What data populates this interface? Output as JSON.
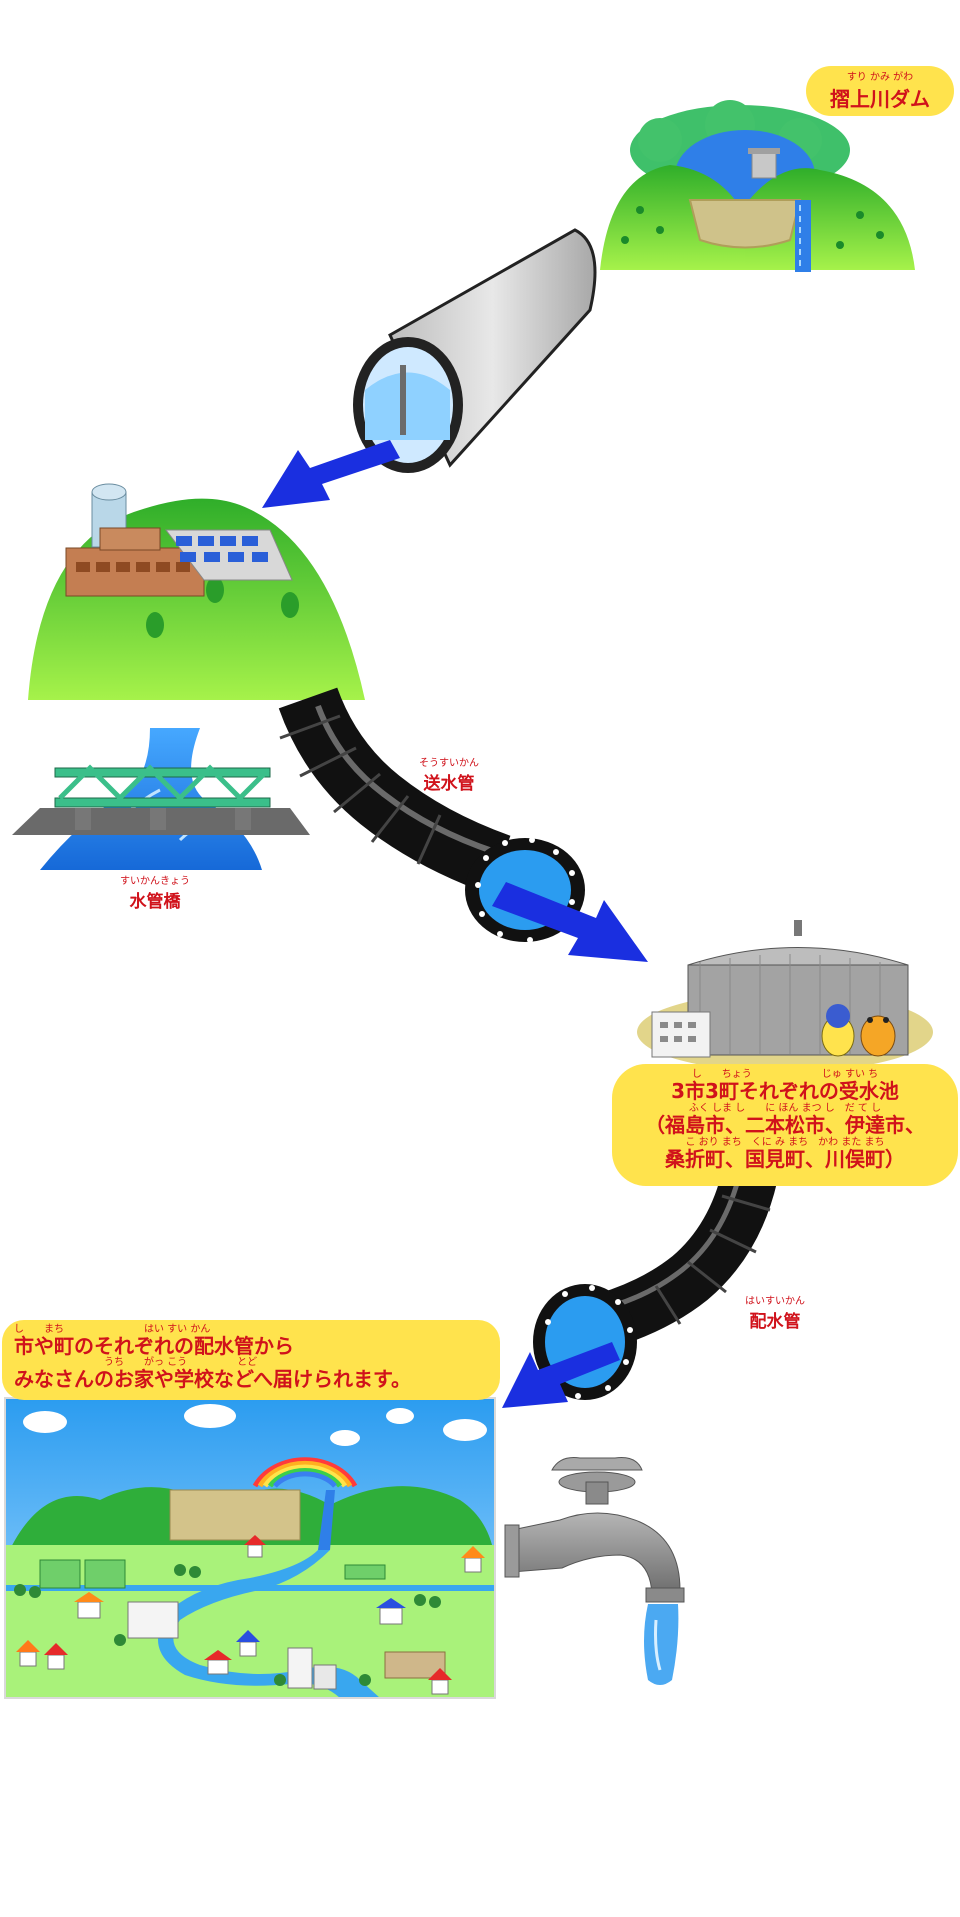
{
  "dam": {
    "ruby": "すり かみ がわ",
    "label": "摺上川ダム"
  },
  "transmission_pipe": {
    "ruby": "そうすいかん",
    "label": "送水管"
  },
  "aqueduct_bridge": {
    "ruby": "すいかんきょう",
    "label": "水管橋"
  },
  "reservoir": {
    "line1_ruby": "し　　ちょう　　　　　　　じゅ すい ち",
    "line1": "3市3町それぞれの受水池",
    "line2_ruby": "ふく しま し　　に ほん まつ し　だ て し",
    "line2": "（福島市、二本松市、伊達市、",
    "line3_ruby": "こ おり まち　くに み まち　かわ また まち",
    "line3": "桑折町、国見町、川俣町）"
  },
  "distribution_pipe": {
    "ruby": "はいすいかん",
    "label": "配水管"
  },
  "homes": {
    "line1_ruby": "し　　まち　　　　　　　　はい すい かん",
    "line1": "市や町のそれぞれの配水管から",
    "line2_ruby": "　　　　　　　　　うち　　がっ こう　　　　　とど",
    "line2": "みなさんのお家や学校などへ届けられます。"
  },
  "colors": {
    "label_red": "#d0121b",
    "pill_yellow": "#ffe34d",
    "arrow_blue": "#1a2fe0",
    "grass_green": "#5fd93a",
    "water_blue": "#2f8be6",
    "pipe_black": "#111111"
  }
}
